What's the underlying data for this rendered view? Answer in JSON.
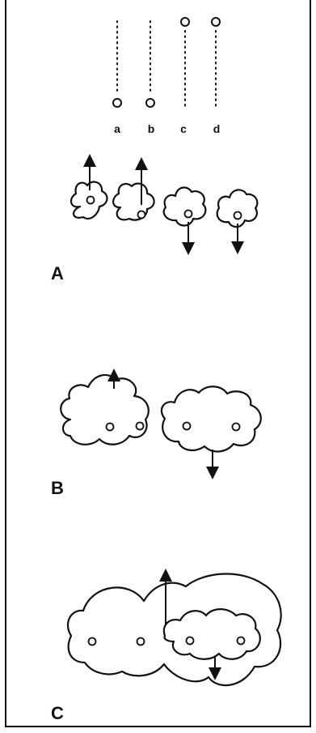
{
  "top_labels": [
    "a",
    "b",
    "c",
    "d"
  ],
  "panel_labels": {
    "A": "A",
    "B": "B",
    "C": "C"
  },
  "colors": {
    "ink": "#111111",
    "background": "#ffffff"
  }
}
